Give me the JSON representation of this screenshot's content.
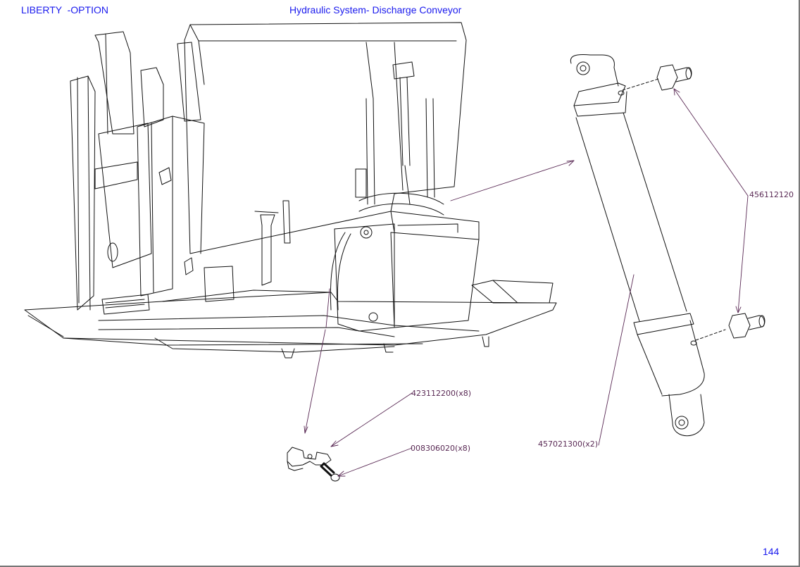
{
  "header": {
    "left_title": "LIBERTY  -OPTION",
    "center_title": "Hydraulic System- Discharge Conveyor"
  },
  "page_number": "144",
  "callouts": [
    {
      "id": "c1",
      "text": "456112120"
    },
    {
      "id": "c2",
      "text": "423112200(x8)"
    },
    {
      "id": "c3",
      "text": "008306020(x8)"
    },
    {
      "id": "c4",
      "text": "457021300(x2)"
    }
  ],
  "colors": {
    "header_text": "#1a1aee",
    "leader_line": "#5a2a55",
    "drawing_line": "#111111"
  }
}
